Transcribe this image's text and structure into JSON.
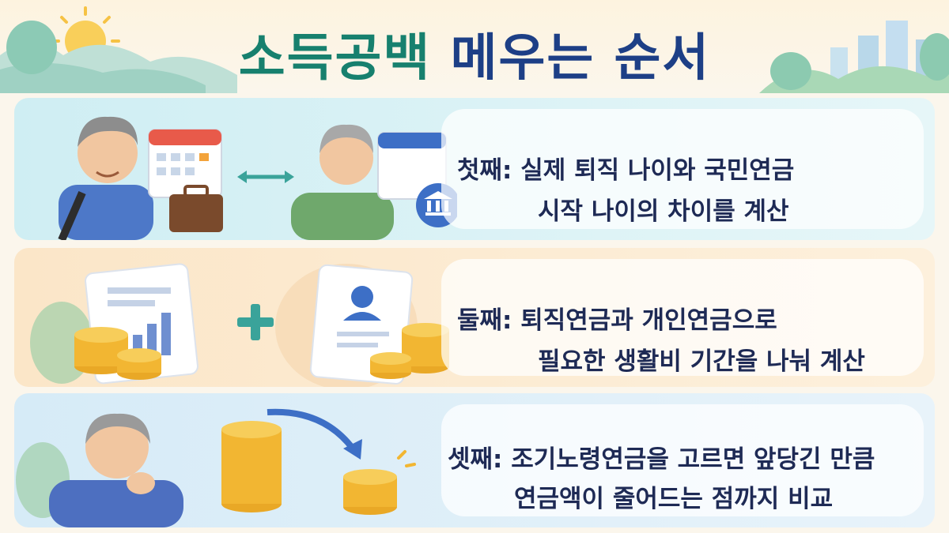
{
  "title": {
    "part1": "소득공백",
    "part2": "메우는 순서"
  },
  "steps": [
    {
      "label": "첫째:",
      "line1": "실제 퇴직 나이와 국민연금",
      "line2": "시작 나이의 차이를 계산"
    },
    {
      "label": "둘째:",
      "line1": "퇴직연금과 개인연금으로",
      "line2": "필요한 생활비 기간을 나눠 계산"
    },
    {
      "label": "셋째:",
      "line1": "조기노령연금을 고르면 앞당긴 만큼",
      "line2": "연금액이 줄어드는 점까지 비교"
    }
  ],
  "icons": [
    "sun-icon",
    "calendar-icon",
    "briefcase-icon",
    "bank-icon",
    "double-arrow-icon",
    "document-chart-icon",
    "plus-icon",
    "profile-card-icon",
    "coin-stack-icon",
    "down-arrow-icon"
  ],
  "colors": {
    "teal": "#17806e",
    "navy": "#1d3f86",
    "gold": "#f2b632",
    "blue_panel": "#cfeef3",
    "peach_panel": "#fbe6c8"
  }
}
